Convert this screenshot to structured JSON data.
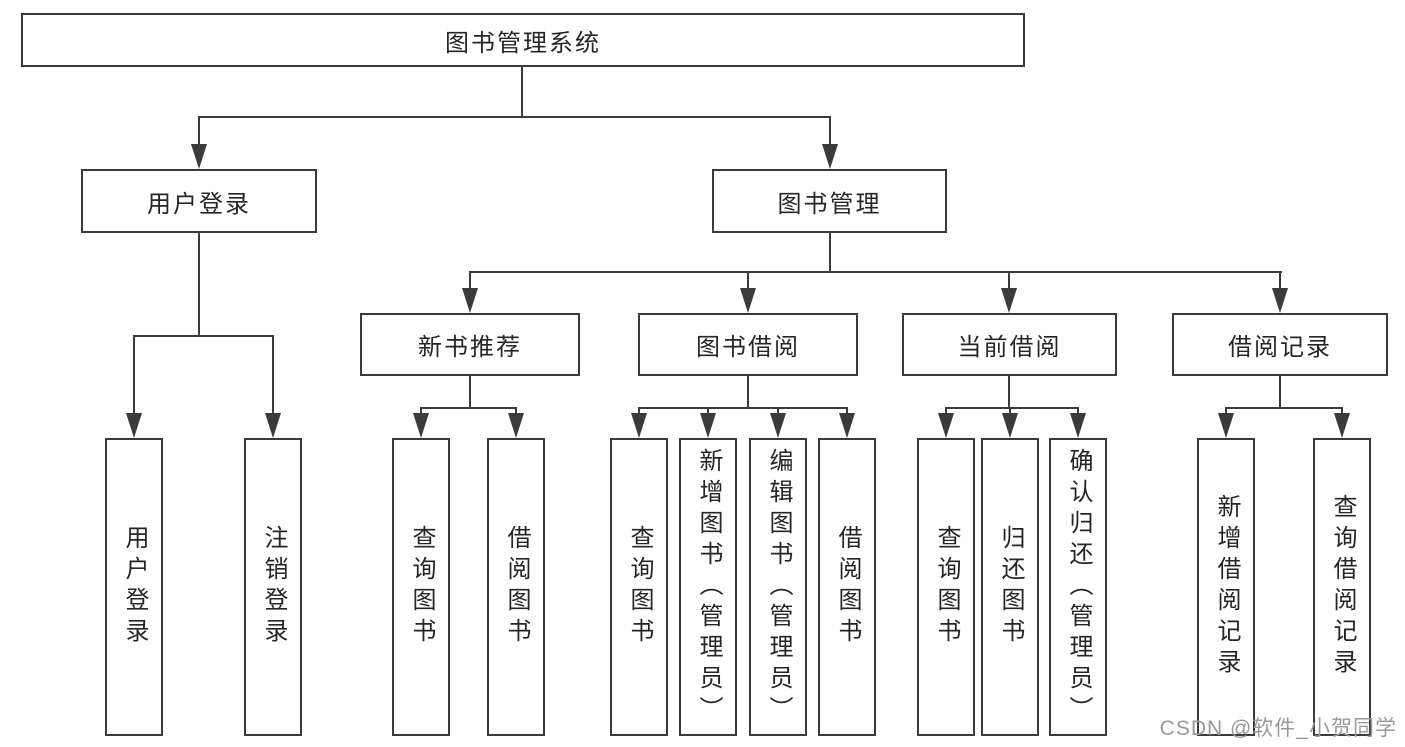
{
  "colors": {
    "line": "#3b3b3b",
    "text": "#262626",
    "watermark": "#9a9a9a",
    "background": "#ffffff"
  },
  "watermark": {
    "text": "CSDN @软件_小贺同学"
  },
  "tree": {
    "root": "图书管理系统",
    "branches": [
      {
        "label": "用户登录",
        "children": [
          "用户登录",
          "注销登录"
        ]
      },
      {
        "label": "图书管理",
        "children": [
          {
            "label": "新书推荐",
            "children": [
              "查询图书",
              "借阅图书"
            ]
          },
          {
            "label": "图书借阅",
            "children": [
              "查询图书",
              "新增图书（管理员）",
              "编辑图书（管理员）",
              "借阅图书"
            ]
          },
          {
            "label": "当前借阅",
            "children": [
              "查询图书",
              "归还图书",
              "确认归还（管理员）"
            ]
          },
          {
            "label": "借阅记录",
            "children": [
              "新增借阅记录",
              "查询借阅记录"
            ]
          }
        ]
      }
    ]
  }
}
